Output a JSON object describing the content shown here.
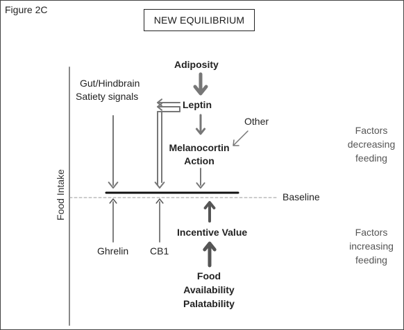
{
  "figure_label": "Figure 2C",
  "title": "NEW EQUILIBRIUM",
  "y_axis_label": "Food Intake",
  "nodes": {
    "adiposity": "Adiposity",
    "gut_signals_line1": "Gut/Hindbrain",
    "gut_signals_line2": "Satiety signals",
    "leptin": "Leptin",
    "other": "Other",
    "melanocortin_line1": "Melanocortin",
    "melanocortin_line2": "Action",
    "baseline": "Baseline",
    "incentive_value": "Incentive Value",
    "ghrelin": "Ghrelin",
    "cb1": "CB1",
    "food_line1": "Food",
    "food_line2": "Availability",
    "food_line3": "Palatability"
  },
  "side_labels": {
    "decreasing": [
      "Factors",
      "decreasing",
      "feeding"
    ],
    "increasing": [
      "Factors",
      "increasing",
      "feeding"
    ]
  },
  "colors": {
    "arrow": "#777777",
    "dark_arrow": "#555555",
    "bar": "#111111",
    "dashed": "#999999",
    "axis": "#888888"
  }
}
